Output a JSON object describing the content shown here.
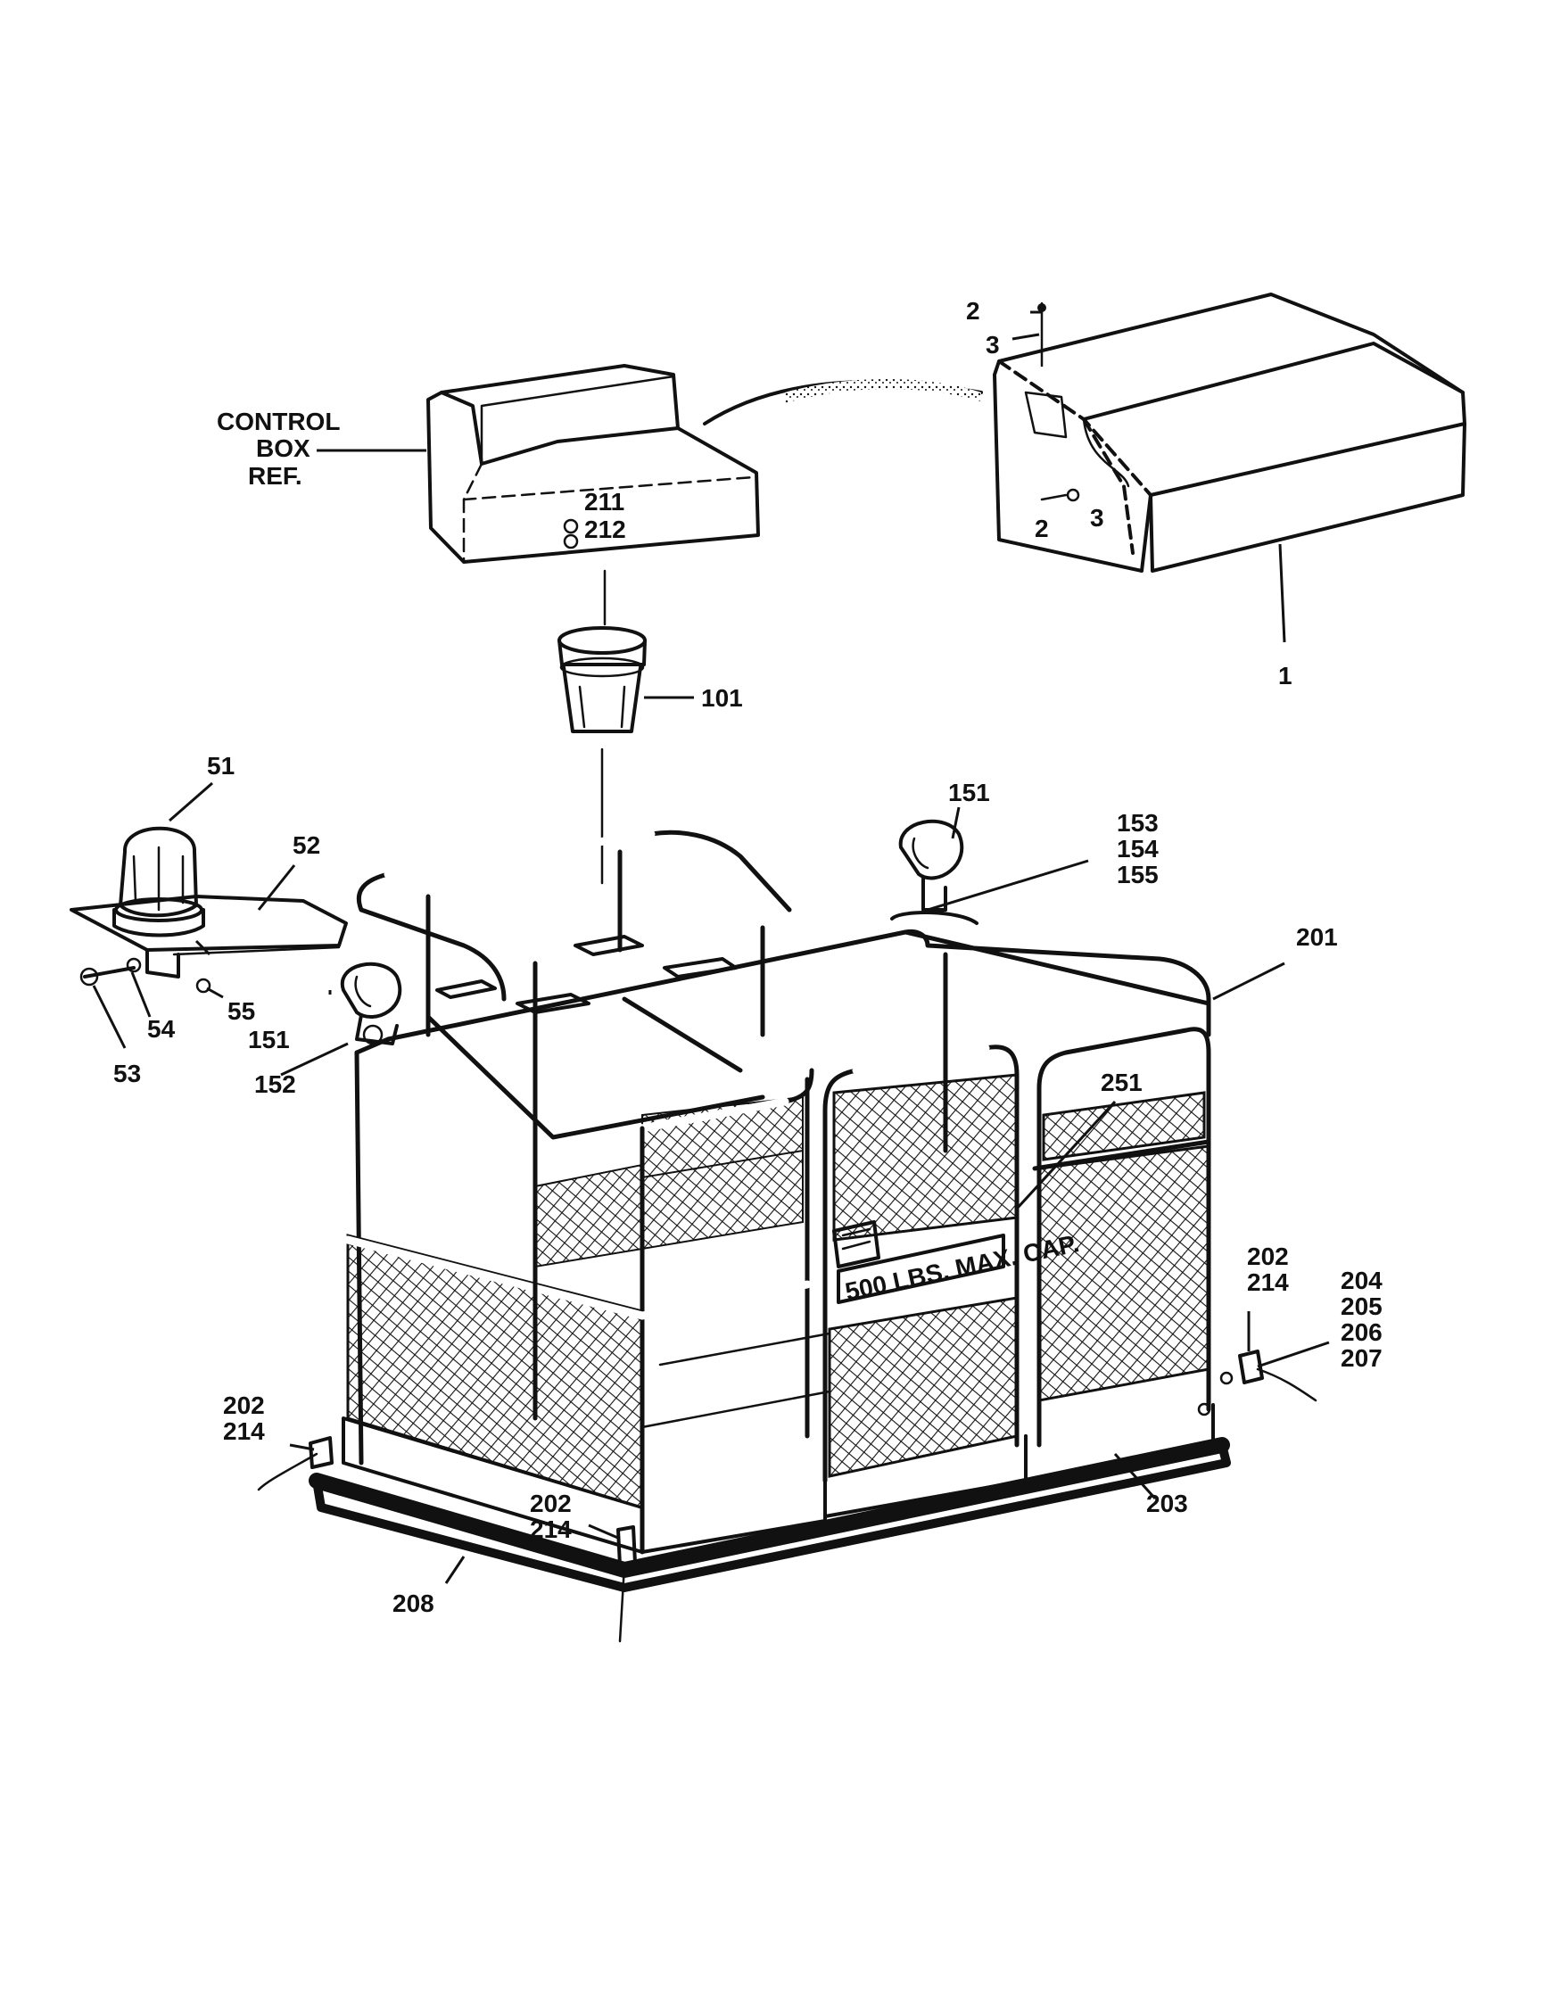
{
  "diagram": {
    "control_box_label": [
      "CONTROL",
      "BOX",
      "REF."
    ],
    "decal_text": "500 LBS. MAX. CAP.",
    "callouts": {
      "c1": "1",
      "c2a": "2",
      "c3a": "3",
      "c2b": "2",
      "c3b": "3",
      "c51": "51",
      "c52": "52",
      "c53": "53",
      "c54": "54",
      "c55": "55",
      "c101": "101",
      "c151a": "151",
      "c151b": "151",
      "c152": "152",
      "c153": "153",
      "c154": "154",
      "c155": "155",
      "c201": "201",
      "c202a": "202",
      "c214a": "214",
      "c202b": "202",
      "c214b": "214",
      "c202c": "202",
      "c214c": "214",
      "c203": "203",
      "c204": "204",
      "c205": "205",
      "c206": "206",
      "c207": "207",
      "c208": "208",
      "c211": "211",
      "c212": "212",
      "c251": "251"
    }
  }
}
